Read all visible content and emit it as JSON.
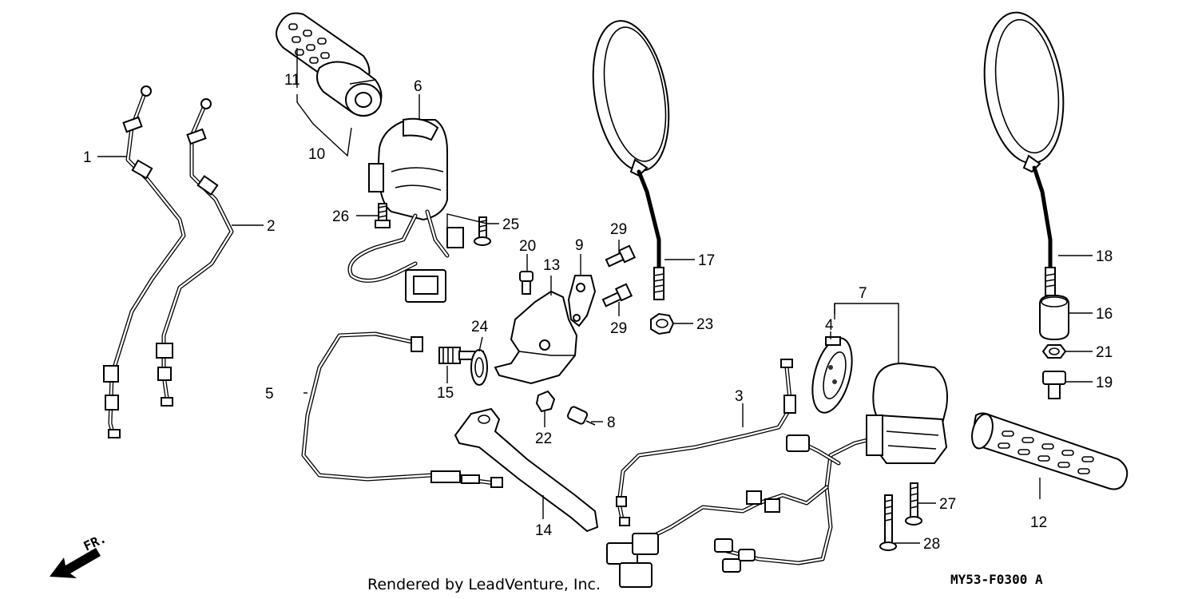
{
  "footer": {
    "credit": "Rendered by LeadVenture, Inc.",
    "code": "MY53-F0300 A",
    "direction_label": "FR."
  },
  "callouts": {
    "c1": "1",
    "c2": "2",
    "c3": "3",
    "c4": "4",
    "c5": "5",
    "c6": "6",
    "c7": "7",
    "c8": "8",
    "c9": "9",
    "c10": "10",
    "c11": "11",
    "c12": "12",
    "c13": "13",
    "c14": "14",
    "c15": "15",
    "c16": "16",
    "c17": "17",
    "c18": "18",
    "c19": "19",
    "c20": "20",
    "c21": "21",
    "c22": "22",
    "c23": "23",
    "c24": "24",
    "c25": "25",
    "c26": "26",
    "c27": "27",
    "c28": "28",
    "c29a": "29",
    "c29b": "29"
  }
}
